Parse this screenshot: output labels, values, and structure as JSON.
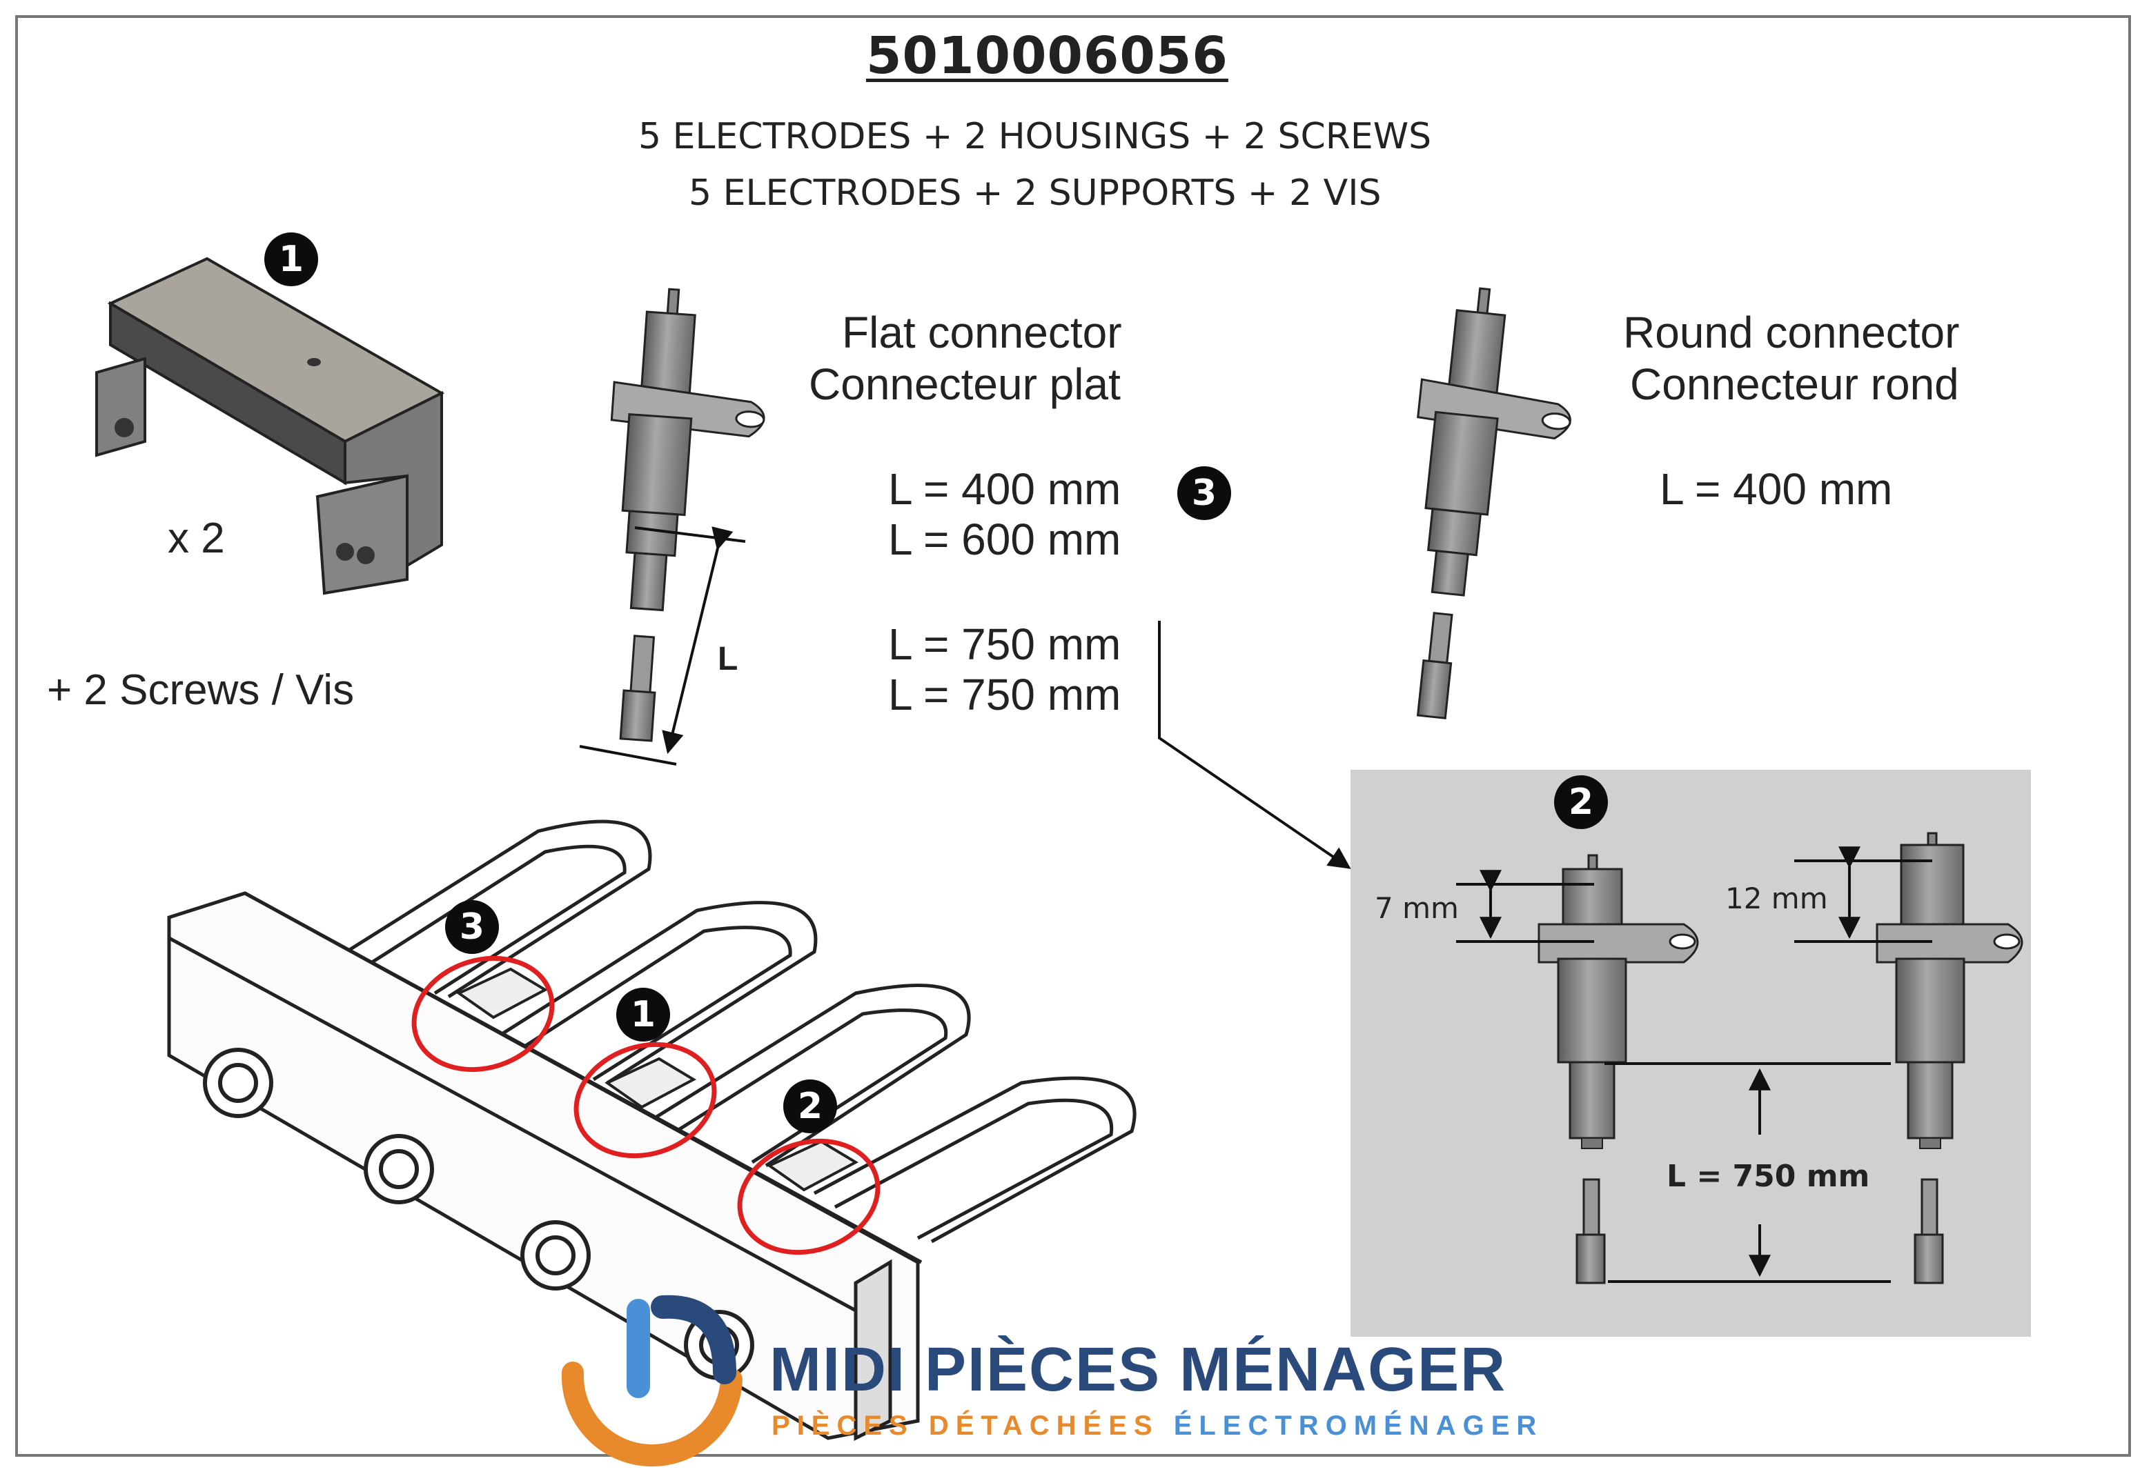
{
  "header": {
    "reference": "5010006056",
    "line_en": "5 ELECTRODES + 2 HOUSINGS + 2 SCREWS",
    "line_fr": "5 ELECTRODES + 2 SUPPORTS + 2 VIS"
  },
  "housing": {
    "badge": "1",
    "quantity": "x 2",
    "screws": "+ 2 Screws / Vis"
  },
  "flat_connector": {
    "title_en": "Flat connector",
    "title_fr": "Connecteur plat",
    "dim_label": "L",
    "lengths": [
      "L = 400 mm",
      "L = 600 mm"
    ],
    "badge": "3",
    "lengths_alt": [
      "L = 750 mm",
      "L = 750 mm"
    ]
  },
  "round_connector": {
    "title_en": "Round connector",
    "title_fr": "Connecteur rond",
    "length": "L = 400 mm"
  },
  "detail": {
    "badge": "2",
    "dim_small": "7 mm",
    "dim_large": "12 mm",
    "length": "L = 750 mm"
  },
  "assembly": {
    "badges": [
      "3",
      "1",
      "2"
    ],
    "highlight_color": "#e02020"
  },
  "logo": {
    "name": "MIDI PIÈCES MÉNAGER",
    "tagline_a": "PIÈCES DÉTACHÉES",
    "tagline_b": "ÉLECTROMÉNAGER",
    "colors": {
      "navy": "#2b4a7c",
      "orange": "#e8892b",
      "blue": "#4a90d6"
    }
  }
}
